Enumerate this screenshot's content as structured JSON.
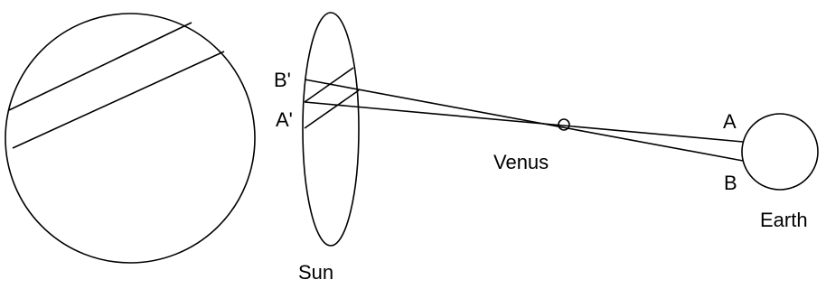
{
  "labels": {
    "b_prime": "B'",
    "a_prime": "A'",
    "venus": "Venus",
    "a": "A",
    "b": "B",
    "earth": "Earth",
    "sun": "Sun"
  },
  "colors": {
    "ink": "#000000",
    "background": "#ffffff"
  }
}
